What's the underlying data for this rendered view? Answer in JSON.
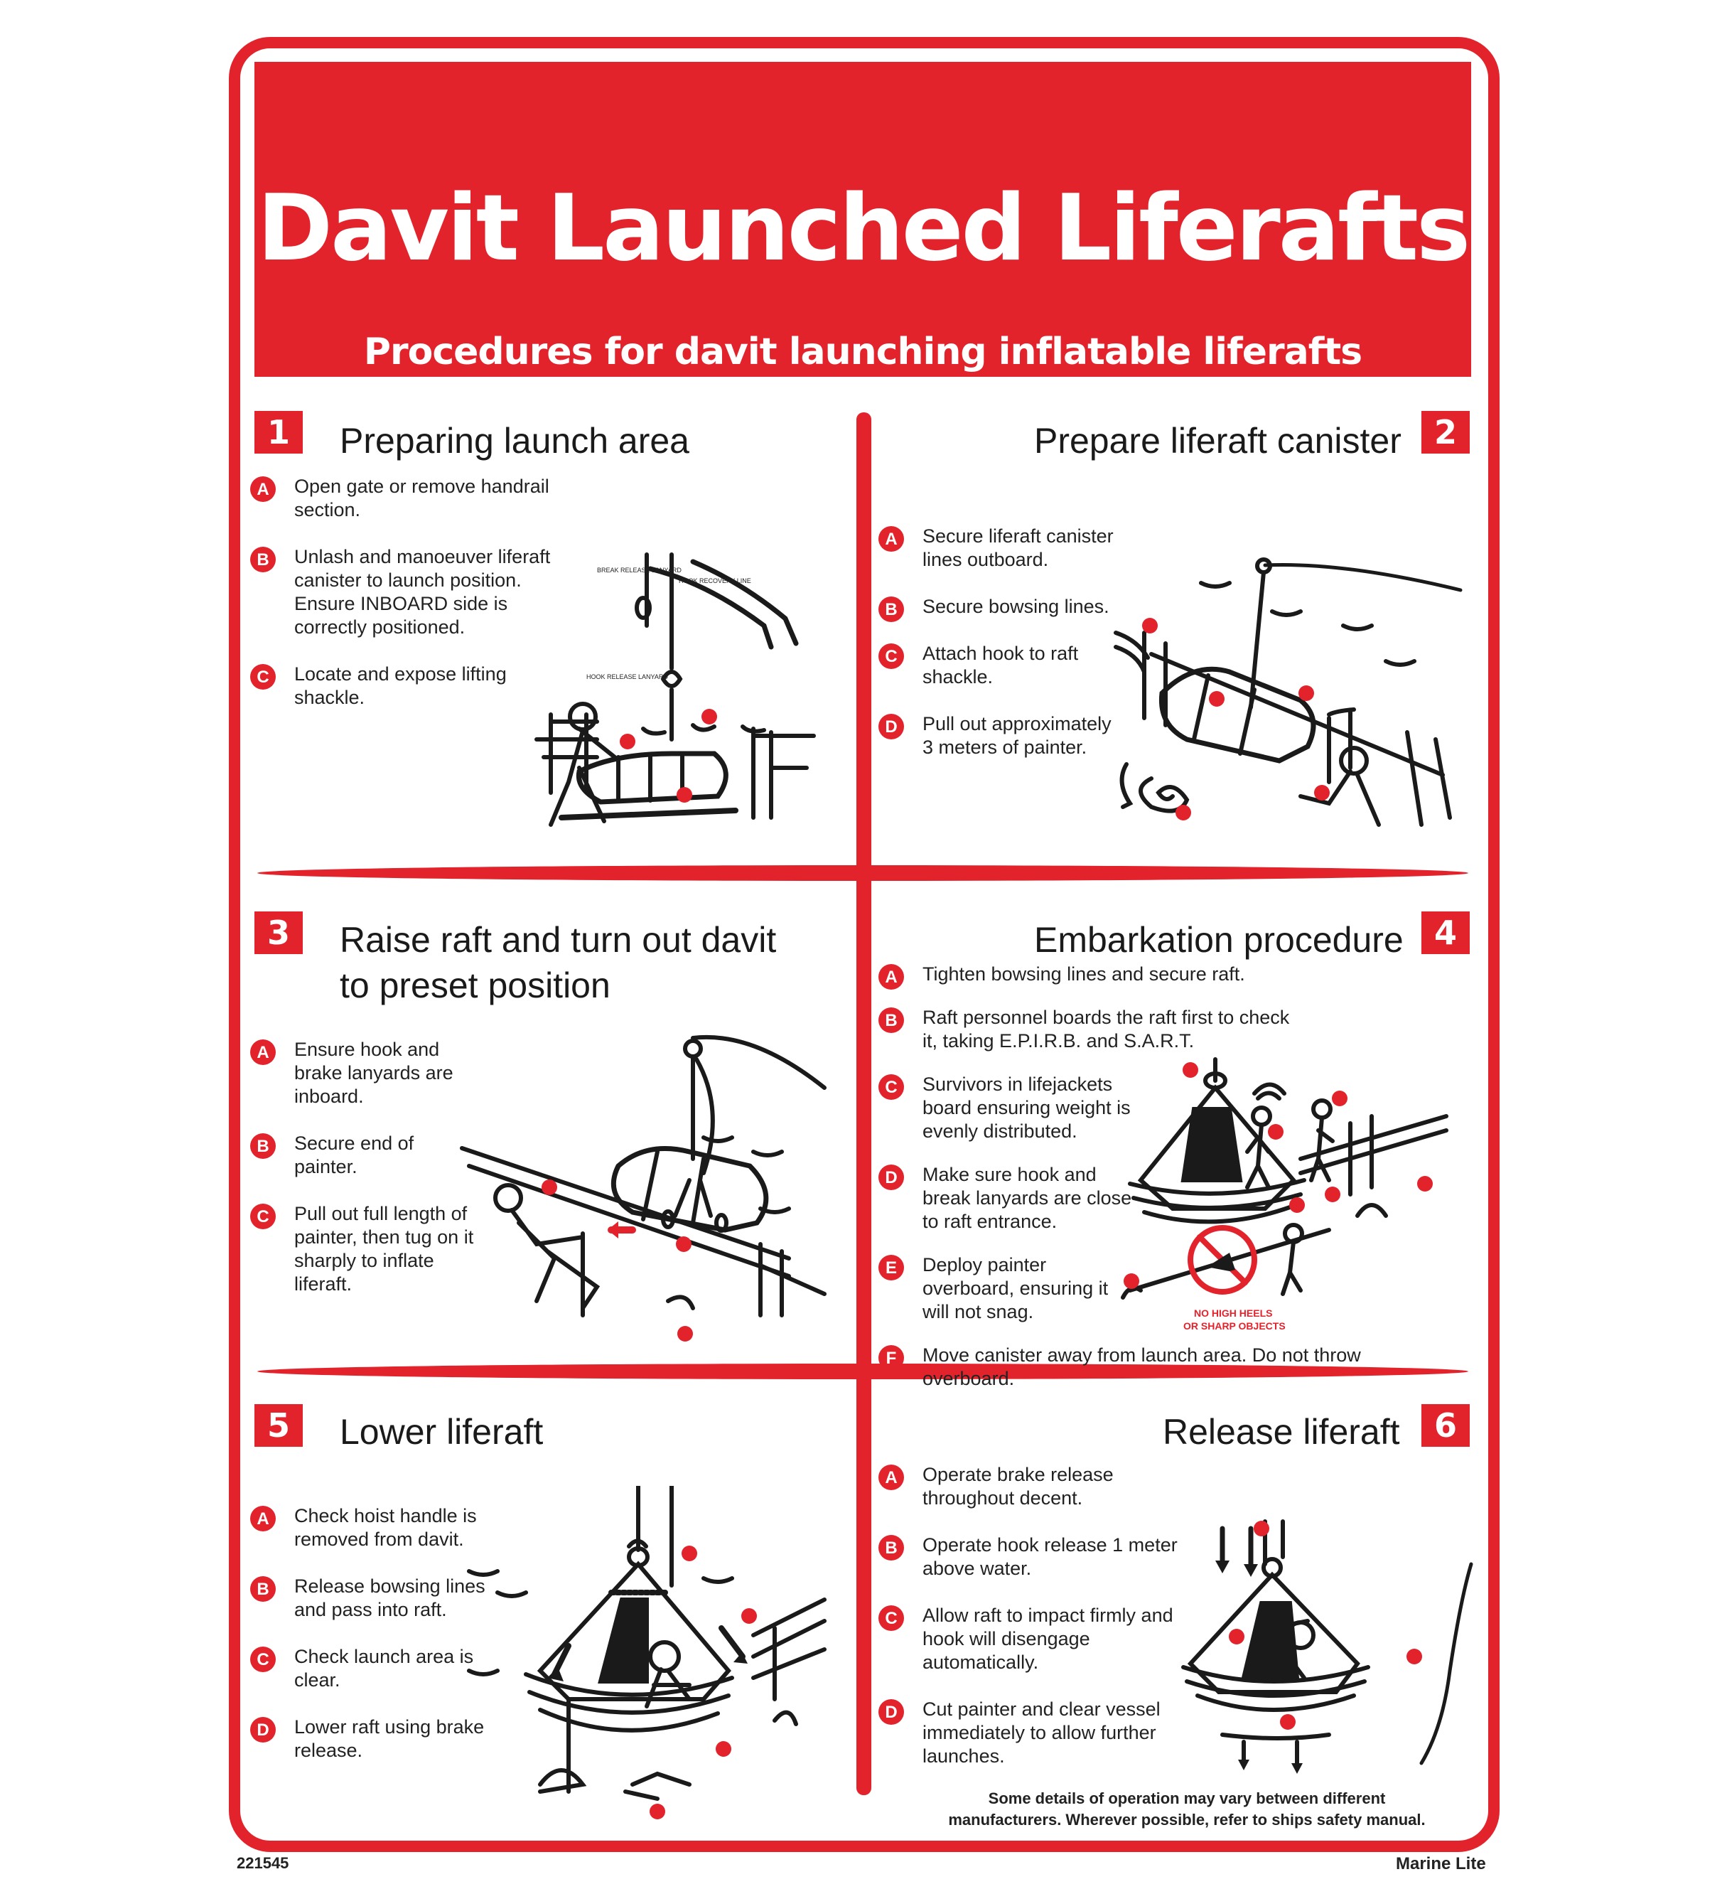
{
  "header": {
    "title": "Davit Launched Liferafts",
    "subtitle": "Procedures for davit launching inflatable liferafts"
  },
  "panels": [
    {
      "number": "1",
      "title_lines": [
        "Preparing launch area"
      ],
      "steps": [
        {
          "letter": "A",
          "text": "Open gate or remove handrail section."
        },
        {
          "letter": "B",
          "text": "Unlash and manoeuver liferaft canister to launch position. Ensure INBOARD side is correctly positioned."
        },
        {
          "letter": "C",
          "text": "Locate and expose lifting shackle."
        }
      ],
      "callouts": [
        "BREAK RELEASE LANYARD",
        "HOOK RECOVERY LINE",
        "HOOK RELEASE LANYARD"
      ]
    },
    {
      "number": "2",
      "title_lines": [
        "Prepare liferaft canister"
      ],
      "steps": [
        {
          "letter": "A",
          "text": "Secure liferaft canister lines outboard."
        },
        {
          "letter": "B",
          "text": "Secure bowsing lines."
        },
        {
          "letter": "C",
          "text": "Attach hook to raft shackle."
        },
        {
          "letter": "D",
          "text": "Pull out approximately 3 meters of painter."
        }
      ]
    },
    {
      "number": "3",
      "title_lines": [
        "Raise raft and turn out davit",
        "to preset position"
      ],
      "steps": [
        {
          "letter": "A",
          "text": "Ensure hook and brake lanyards are inboard."
        },
        {
          "letter": "B",
          "text": "Secure end of painter."
        },
        {
          "letter": "C",
          "text": "Pull out full length of painter, then tug on it sharply to inflate liferaft."
        }
      ]
    },
    {
      "number": "4",
      "title_lines": [
        "Embarkation procedure"
      ],
      "steps": [
        {
          "letter": "A",
          "text": "Tighten bowsing lines and secure raft."
        },
        {
          "letter": "B",
          "text": "Raft personnel boards the raft first to check it, taking E.P.I.R.B. and S.A.R.T."
        },
        {
          "letter": "C",
          "text": "Survivors in lifejackets board ensuring weight is evenly distributed."
        },
        {
          "letter": "D",
          "text": "Make sure hook and break lanyards are close to raft entrance."
        },
        {
          "letter": "E",
          "text": "Deploy painter overboard, ensuring it will not snag."
        },
        {
          "letter": "F",
          "text": "Move canister away from launch area. Do not throw overboard."
        }
      ],
      "warning": [
        "NO HIGH HEELS",
        "OR SHARP OBJECTS"
      ]
    },
    {
      "number": "5",
      "title_lines": [
        "Lower liferaft"
      ],
      "steps": [
        {
          "letter": "A",
          "text": "Check hoist handle is removed from davit."
        },
        {
          "letter": "B",
          "text": "Release bowsing lines and pass into raft."
        },
        {
          "letter": "C",
          "text": "Check launch area is clear."
        },
        {
          "letter": "D",
          "text": "Lower raft using brake release."
        }
      ]
    },
    {
      "number": "6",
      "title_lines": [
        "Release liferaft"
      ],
      "steps": [
        {
          "letter": "A",
          "text": "Operate brake release throughout decent."
        },
        {
          "letter": "B",
          "text": "Operate hook release 1 meter above water."
        },
        {
          "letter": "C",
          "text": "Allow raft to impact firmly and hook will disengage automatically."
        },
        {
          "letter": "D",
          "text": "Cut painter and clear vessel immediately to allow further launches."
        }
      ]
    }
  ],
  "footer": {
    "disclaimer": "Some details of operation may vary between different manufacturers. Wherever possible, refer to ships safety manual.",
    "code": "221545",
    "brand": "Marine Lite"
  },
  "colors": {
    "accent": "#e3232c",
    "text": "#1a1a1a",
    "background": "#ffffff"
  }
}
